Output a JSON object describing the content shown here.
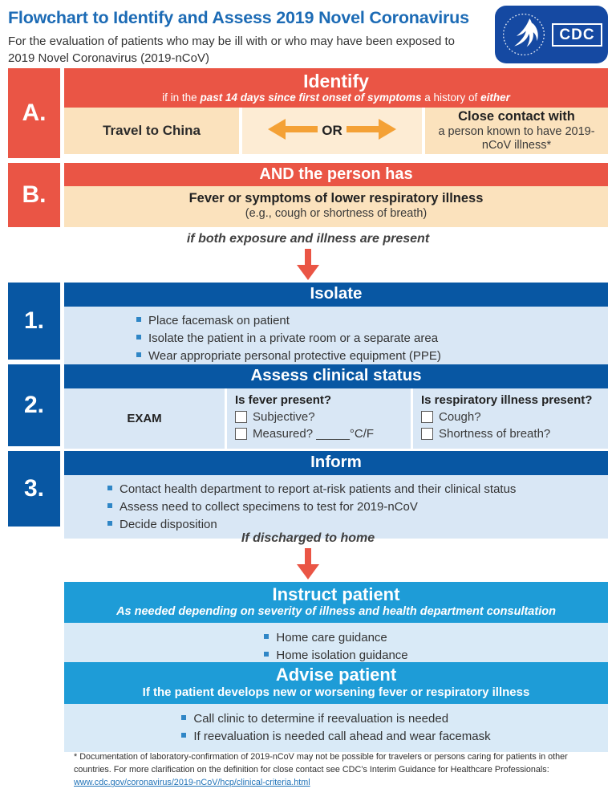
{
  "header": {
    "title": "Flowchart to Identify and Assess 2019 Novel Coronavirus",
    "subtitle": "For the evaluation of patients who may be ill with or who may have been exposed to 2019 Novel Coronavirus (2019-nCoV)",
    "logo_text": "CDC"
  },
  "colors": {
    "red": "#ea5545",
    "peach": "#fbe2bd",
    "dark_blue": "#0857a3",
    "light_blue_panel": "#d9e7f5",
    "cyan": "#1e9cd7",
    "orange": "#f4a136",
    "title_blue": "#1c6bb5",
    "logo_blue": "#1549a2",
    "bullet_blue": "#2f86c6",
    "link_blue": "#2173b8"
  },
  "section_a": {
    "label": "A.",
    "title": "Identify",
    "subtitle_seg1": "if in the ",
    "subtitle_seg2": "past 14 days since first onset of symptoms",
    "subtitle_seg3": " a history of ",
    "subtitle_seg4": "either",
    "col1": "Travel to China",
    "or_label": "OR",
    "col3_bold": "Close contact with",
    "col3_rest": "a person known to have 2019-nCoV illness*"
  },
  "section_b": {
    "label": "B.",
    "title": "AND the person has",
    "body_bold": "Fever or symptoms of lower respiratory illness",
    "body_normal": "(e.g., cough or shortness of breath)"
  },
  "connector1": "if both exposure and illness are present",
  "step1": {
    "label": "1.",
    "title": "Isolate",
    "bullets": [
      "Place facemask on patient",
      "Isolate the patient in a private room or a separate area",
      "Wear appropriate personal protective equipment (PPE)"
    ]
  },
  "step2": {
    "label": "2.",
    "title": "Assess clinical status",
    "exam_label": "EXAM",
    "fever": {
      "heading": "Is fever present?",
      "items": [
        "Subjective?",
        "Measured? _____°C/F"
      ]
    },
    "respiratory": {
      "heading": "Is respiratory illness present?",
      "items": [
        "Cough?",
        "Shortness of breath?"
      ]
    }
  },
  "step3": {
    "label": "3.",
    "title": "Inform",
    "bullets": [
      "Contact health department to report at-risk patients and their clinical status",
      "Assess need to collect specimens to test for 2019-nCoV",
      "Decide disposition"
    ]
  },
  "connector2": "If discharged to home",
  "instruct": {
    "title": "Instruct patient",
    "subtitle": "As needed depending on severity of illness and health department consultation",
    "bullets": [
      "Home care guidance",
      "Home isolation guidance"
    ]
  },
  "advise": {
    "title": "Advise patient",
    "subtitle": "If the patient develops new or worsening fever or respiratory illness",
    "bullets": [
      "Call clinic to determine if reevaluation is needed",
      "If reevaluation is needed call ahead and wear facemask"
    ]
  },
  "footnote": {
    "text": "* Documentation of laboratory-confirmation of 2019-nCoV may not be possible for travelers or persons caring for patients in other countries. For more clarification on the definition for close contact see CDC’s Interim Guidance for Healthcare Professionals: ",
    "link": "www.cdc.gov/coronavirus/2019-nCoV/hcp/clinical-criteria.html"
  }
}
